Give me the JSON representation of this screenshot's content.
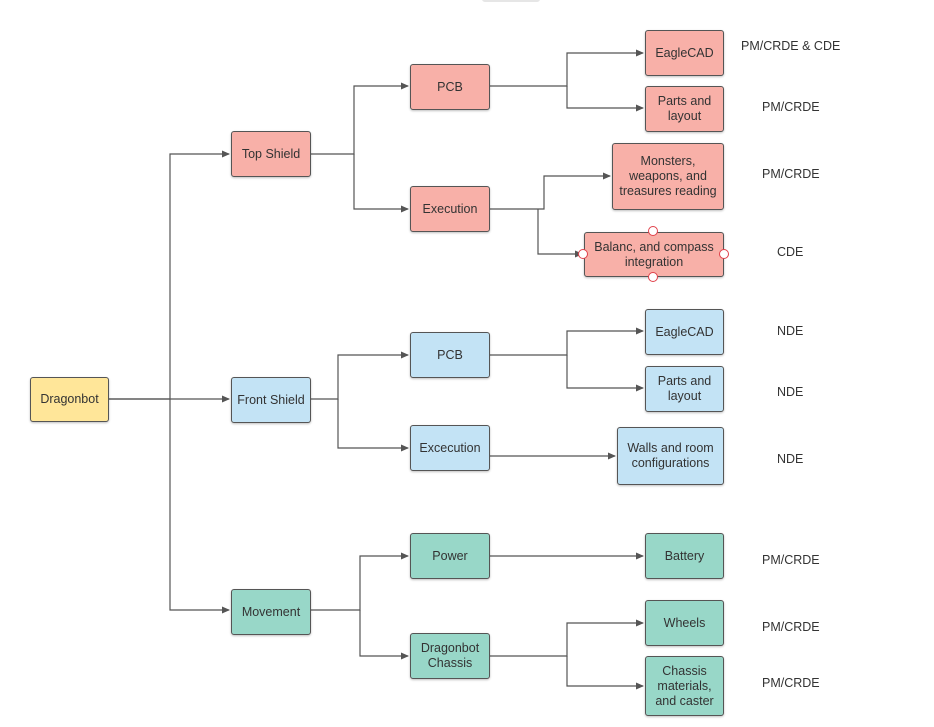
{
  "colors": {
    "root": "#ffe699",
    "top_shield": "#f8b0a8",
    "front_shield": "#c3e3f5",
    "movement": "#98d7c8",
    "connector": "#555555",
    "selection_handle": "#e0404a"
  },
  "diagram": {
    "root": {
      "label": "Dragonbot"
    },
    "branches": {
      "top_shield": {
        "label": "Top Shield",
        "pcb": {
          "label": "PCB",
          "eaglecad": {
            "label": "EagleCAD",
            "owner": "PM/CRDE & CDE"
          },
          "parts_layout": {
            "label": "Parts and layout",
            "owner": "PM/CRDE"
          }
        },
        "execution": {
          "label": "Execution",
          "monsters": {
            "label": "Monsters, weapons, and treasures reading",
            "owner": "PM/CRDE"
          },
          "balance": {
            "label": "Balanc, and compass integration",
            "owner": "CDE"
          }
        }
      },
      "front_shield": {
        "label": "Front Shield",
        "pcb": {
          "label": "PCB",
          "eaglecad": {
            "label": "EagleCAD",
            "owner": "NDE"
          },
          "parts_layout": {
            "label": "Parts and layout",
            "owner": "NDE"
          }
        },
        "execution": {
          "label": "Excecution",
          "walls": {
            "label": "Walls and room configurations",
            "owner": "NDE"
          }
        }
      },
      "movement": {
        "label": "Movement",
        "power": {
          "label": "Power",
          "battery": {
            "label": "Battery",
            "owner": "PM/CRDE"
          }
        },
        "chassis": {
          "label": "Dragonbot Chassis",
          "wheels": {
            "label": "Wheels",
            "owner": "PM/CRDE"
          },
          "materials": {
            "label": "Chassis materials, and caster",
            "owner": "PM/CRDE"
          }
        }
      }
    }
  }
}
